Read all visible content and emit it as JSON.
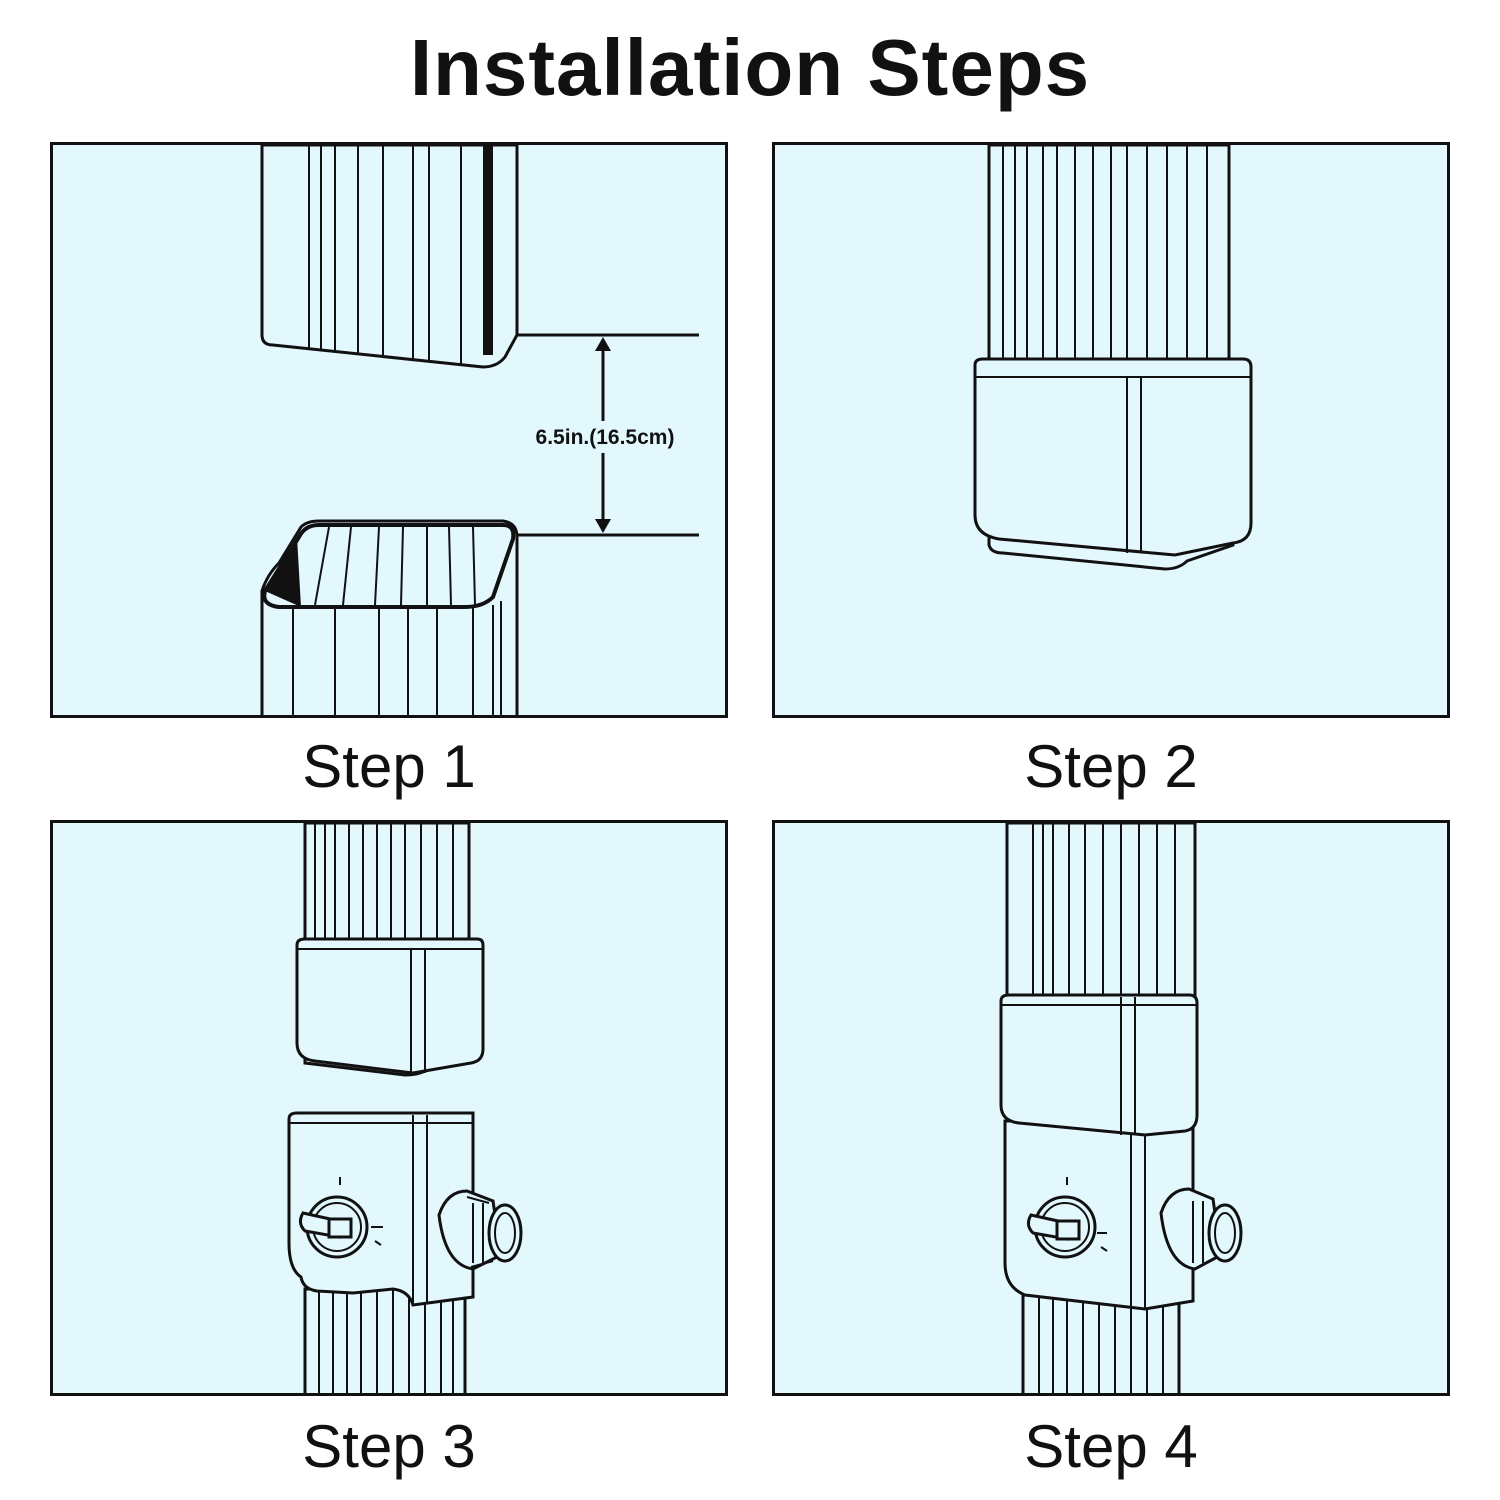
{
  "title": "Installation Steps",
  "steps": [
    {
      "label": "Step 1",
      "measurement": "6.5in.(16.5cm)"
    },
    {
      "label": "Step 2"
    },
    {
      "label": "Step 3"
    },
    {
      "label": "Step 4"
    }
  ],
  "colors": {
    "panel_background": "#e2f8fd",
    "line": "#111111"
  }
}
